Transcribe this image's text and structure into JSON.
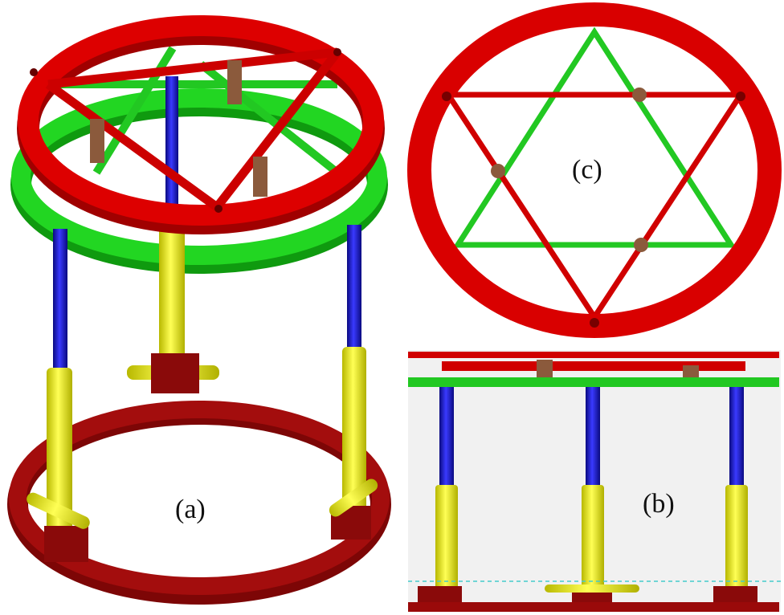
{
  "figure": {
    "panels": [
      {
        "id": "a",
        "label": "(a)",
        "view": "isometric"
      },
      {
        "id": "b",
        "label": "(b)",
        "view": "side"
      },
      {
        "id": "c",
        "label": "(c)",
        "view": "top"
      }
    ],
    "colors": {
      "top_ring": "#d90000",
      "middle_ring": "#1ed01e",
      "base_ring": "#9a0a0a",
      "rods": "#1a1ab8",
      "cylinders": "#e8e81a",
      "joints": "#8b5a3c",
      "side_view_bg": "#f1f1f1"
    }
  }
}
